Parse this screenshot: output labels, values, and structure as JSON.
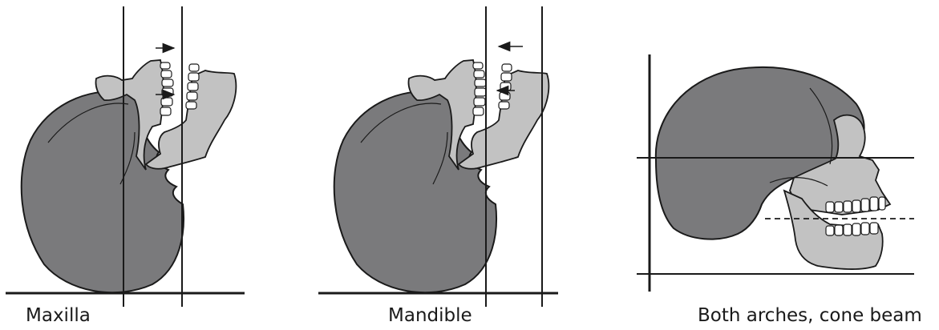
{
  "colors": {
    "cranium": "#7a7a7c",
    "face_and_jaw": "#c2c2c2",
    "teeth": "#ffffff",
    "outline": "#1a1a1a",
    "background": "#ffffff"
  },
  "panels": [
    {
      "caption": "Maxilla",
      "arrow_direction": "right",
      "tilt": "head tilted back"
    },
    {
      "caption": "Mandible",
      "arrow_direction": "left",
      "tilt": "head tilted back"
    },
    {
      "caption": "Both arches, cone beam",
      "arrow_direction": "none",
      "tilt": "upright profile"
    }
  ]
}
